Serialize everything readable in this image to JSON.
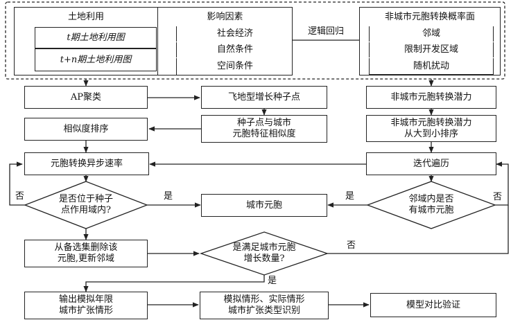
{
  "inputs": {
    "land_use": {
      "title": "土地利用",
      "map_t": "t期土地利用图",
      "map_tn": "t+n期土地利用图"
    },
    "factors": {
      "title": "影响因素",
      "socio": "社会经济",
      "natural": "自然条件",
      "spatial": "空间条件"
    },
    "regression": "逻辑回归",
    "probability": {
      "title": "非城市元胞转换概率面",
      "neighborhood": "邻域",
      "restricted": "限制开发区域",
      "random": "随机扰动"
    }
  },
  "flow": {
    "ap": "AP聚类",
    "seed": "飞地型增长种子点",
    "similarity": "种子点与城市\n元胞特征相似度",
    "sort_similarity": "相似度排序",
    "potential": "非城市元胞转换潜力",
    "potential_sort": "非城市元胞转换潜力\n从大到小排序",
    "async": "元胞转换异步速率",
    "iterate": "迭代遍历",
    "in_seed_q": "是否位于种子\n点作用域内?",
    "urban": "城市元胞",
    "neighbor_q": "邻域内是否\n有城市元胞",
    "delete": "从备选集删除该\n元胞,更新邻域",
    "meet_q": "是满足城市元胞\n增长数量?",
    "output": "输出模拟年限\n城市扩张情形",
    "identify": "模拟情形、实际情形\n城市扩张类型识别",
    "validate": "模型对比验证"
  },
  "edge_labels": {
    "yes": "是",
    "no": "否"
  }
}
